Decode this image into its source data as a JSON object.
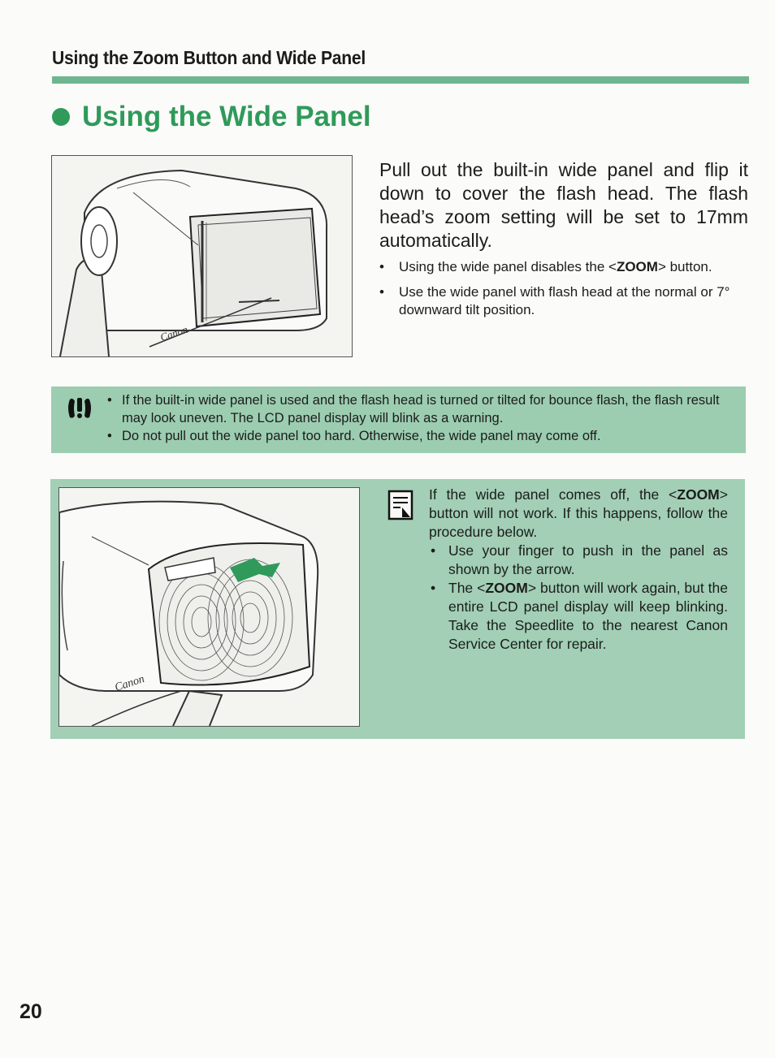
{
  "header": {
    "running_title": "Using the Zoom Button and Wide Panel"
  },
  "section": {
    "title": "Using the Wide Panel"
  },
  "main": {
    "lead": "Pull out the built-in wide panel and flip it down to cover the flash head. The flash head’s zoom setting will be set to 17mm automatically.",
    "notes": [
      {
        "before": "Using the wide panel disables the <",
        "keyword": "ZOOM",
        "after": "> button."
      },
      {
        "text": "Use the wide panel with flash head at the normal or 7° downward tilt position."
      }
    ]
  },
  "caution": {
    "icon": "caution-icon",
    "items": [
      "If the built-in wide panel is used and the flash head is turned or tilted for bounce flash, the flash result may look uneven. The LCD panel display will blink as a warning.",
      "Do not pull out the wide panel too hard. Otherwise, the wide panel may come off."
    ]
  },
  "repair_note": {
    "icon": "memo-icon",
    "intro_before": "If the wide panel comes off, the <",
    "intro_keyword": "ZOOM",
    "intro_after": "> button will not work. If this happens, follow the procedure below.",
    "items": [
      {
        "text": "Use your finger to push in the panel as shown by the arrow."
      },
      {
        "before": "The <",
        "keyword": "ZOOM",
        "after": "> button will work again, but the entire LCD panel display will keep blinking. Take the Speedlite to the nearest Canon Service Center for repair."
      }
    ]
  },
  "figures": {
    "top_brand": "Canon",
    "bottom_brand": "Canon"
  },
  "colors": {
    "accent_green": "#2f9a5a",
    "rule_green": "#6fb690",
    "box_green": "#9ccdb1"
  },
  "footer": {
    "page_number": "20"
  }
}
